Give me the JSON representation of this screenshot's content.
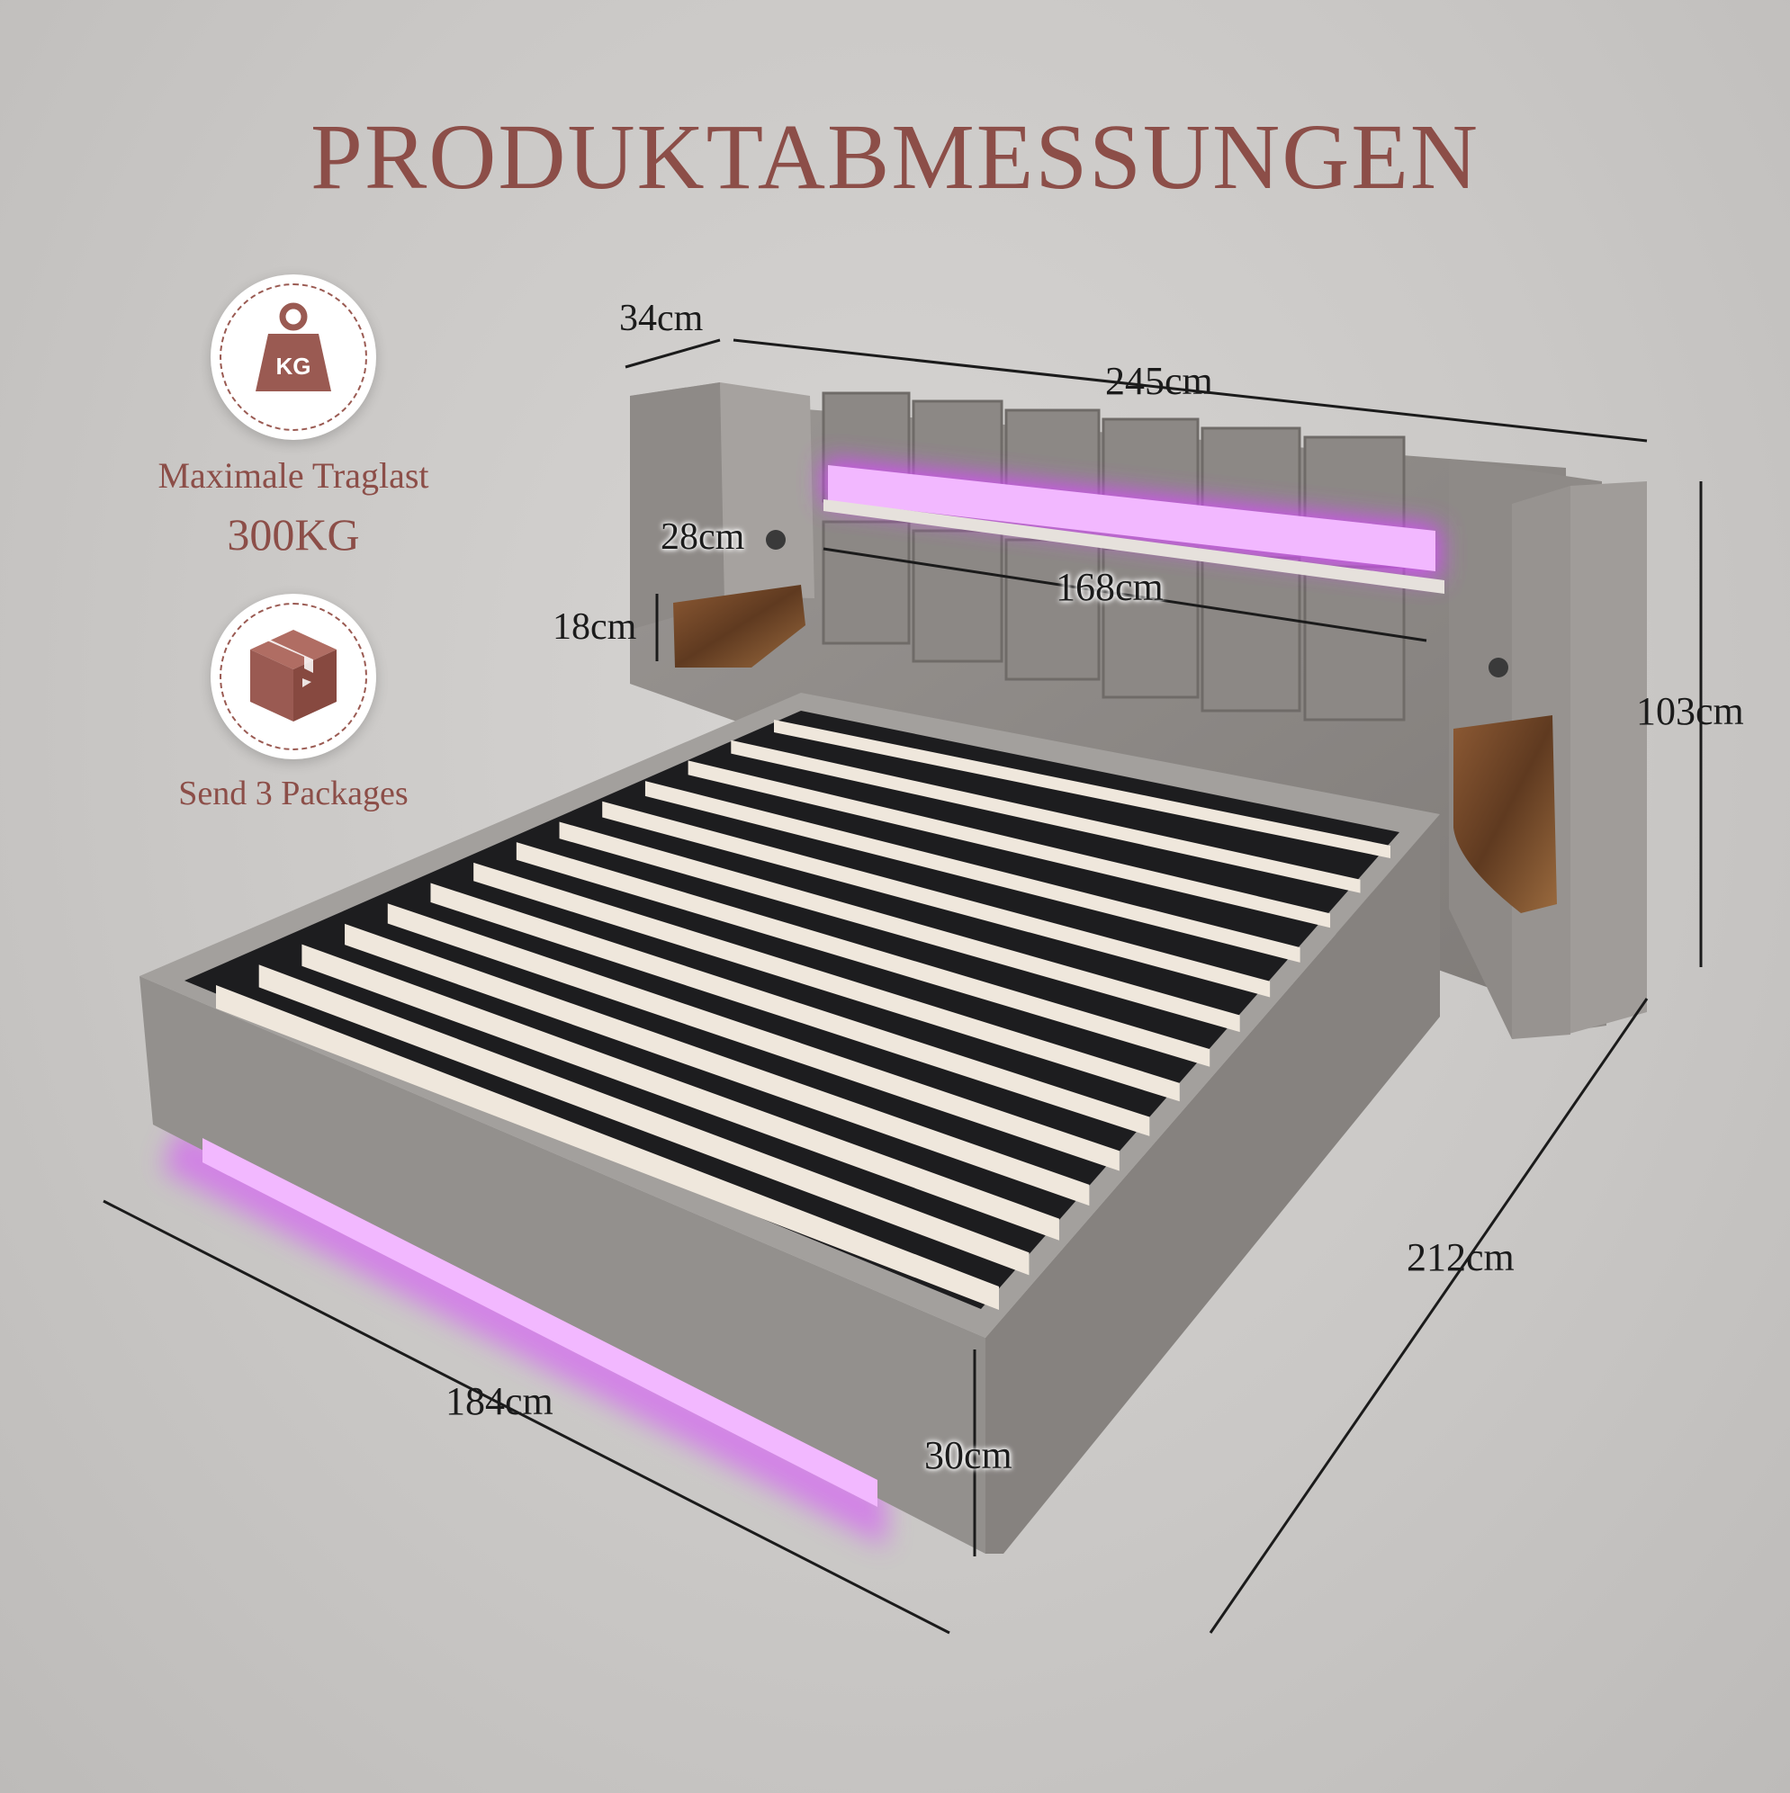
{
  "title": "PRODUKTABMESSUNGEN",
  "features": [
    {
      "icon": "weight-kg-icon",
      "icon_text": "KG",
      "label": "Maximale Traglast",
      "value": "300KG"
    },
    {
      "icon": "package-box-icon",
      "label": "Send 3 Packages"
    }
  ],
  "dimensions": {
    "wing_depth": "34cm",
    "headboard_width": "245cm",
    "shelf_width": "28cm",
    "shelf_height": "18cm",
    "led_strip_width": "168cm",
    "total_height": "103cm",
    "total_length": "212cm",
    "bed_width": "184cm",
    "frame_height": "30cm"
  },
  "colors": {
    "title": "#8c4e48",
    "fabric": "#8e8a87",
    "led": "#d84cff",
    "wood": "#7a4a2a",
    "slat": "#efe7dc"
  }
}
